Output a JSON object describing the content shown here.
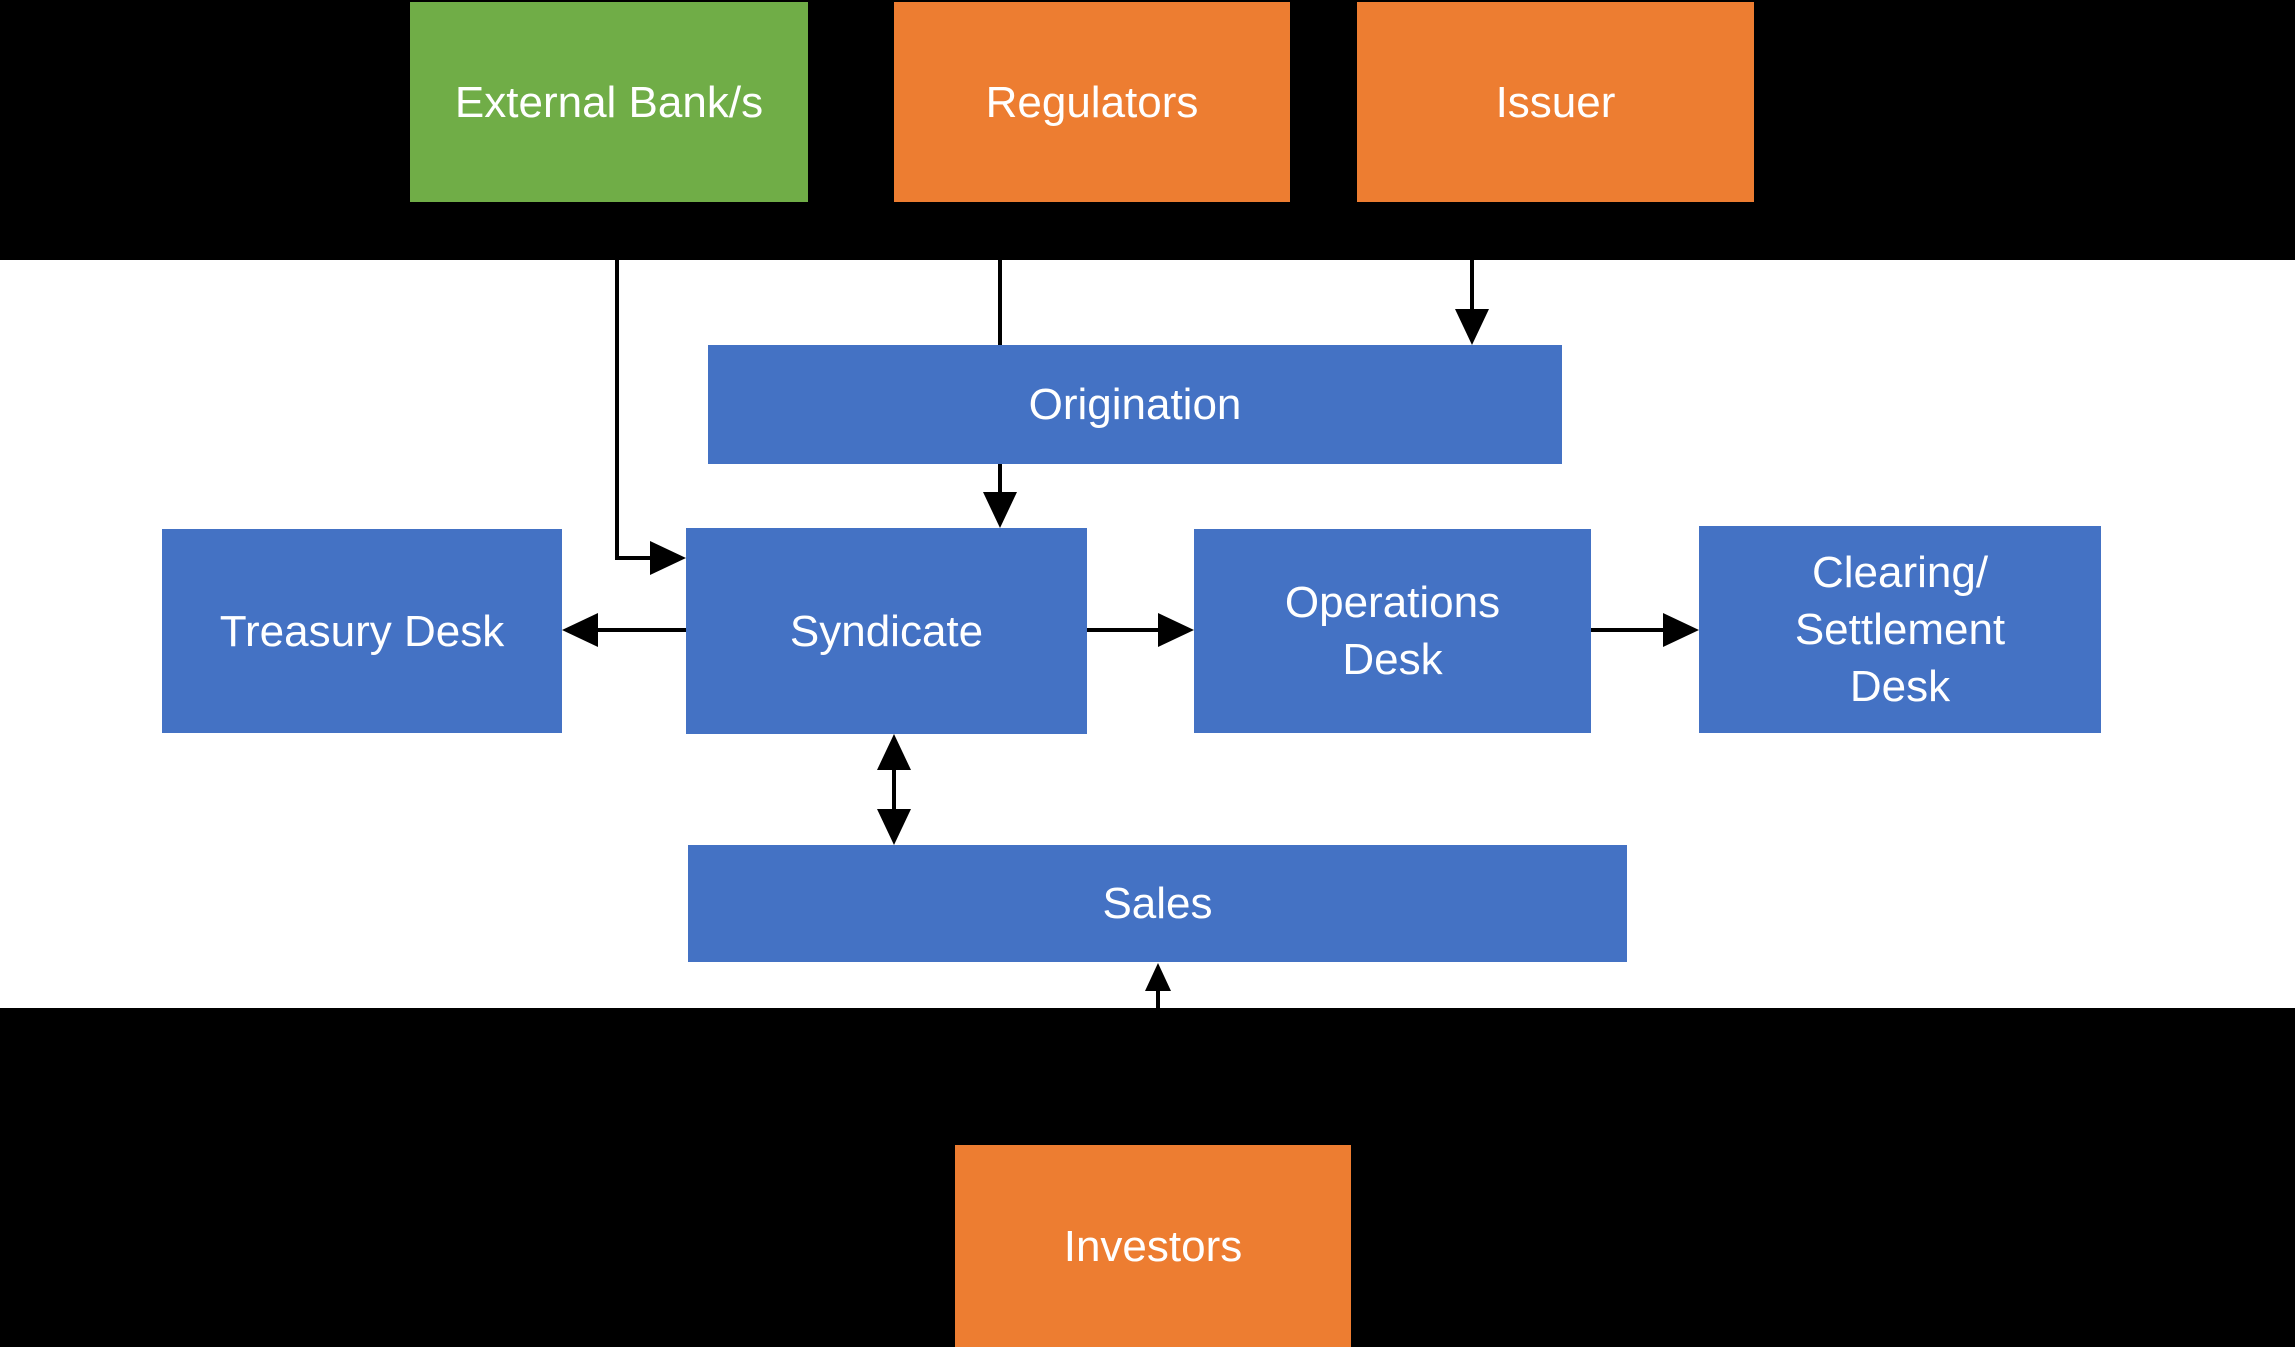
{
  "diagram": {
    "description": "Flowchart of bond issuance participants and desks",
    "nodes": [
      {
        "id": "external-banks",
        "label": [
          "External Bank/s"
        ],
        "color": "#70AD47"
      },
      {
        "id": "regulators",
        "label": [
          "Regulators"
        ],
        "color": "#ED7D31"
      },
      {
        "id": "issuer",
        "label": [
          "Issuer"
        ],
        "color": "#ED7D31"
      },
      {
        "id": "origination",
        "label": [
          "Origination"
        ],
        "color": "#4472C4"
      },
      {
        "id": "treasury-desk",
        "label": [
          "Treasury Desk"
        ],
        "color": "#4472C4"
      },
      {
        "id": "syndicate",
        "label": [
          "Syndicate"
        ],
        "color": "#4472C4"
      },
      {
        "id": "operations-desk",
        "label": [
          "Operations",
          "Desk"
        ],
        "color": "#4472C4"
      },
      {
        "id": "clearing-settlement-desk",
        "label": [
          "Clearing/",
          "Settlement",
          "Desk"
        ],
        "color": "#4472C4"
      },
      {
        "id": "sales",
        "label": [
          "Sales"
        ],
        "color": "#4472C4"
      },
      {
        "id": "investors",
        "label": [
          "Investors"
        ],
        "color": "#ED7D31"
      }
    ],
    "edges": [
      {
        "from": "external-banks",
        "to": "syndicate",
        "shape": "elbow-down-right",
        "arrow": "end"
      },
      {
        "from": "regulators",
        "to": "origination",
        "shape": "straight-down",
        "arrow": "none"
      },
      {
        "from": "issuer",
        "to": "origination",
        "shape": "straight-down",
        "arrow": "end"
      },
      {
        "from": "origination",
        "to": "syndicate",
        "shape": "straight-down",
        "arrow": "end"
      },
      {
        "from": "syndicate",
        "to": "treasury-desk",
        "shape": "straight-left",
        "arrow": "end"
      },
      {
        "from": "syndicate",
        "to": "operations-desk",
        "shape": "straight-right",
        "arrow": "end"
      },
      {
        "from": "operations-desk",
        "to": "clearing-settlement-desk",
        "shape": "straight-right",
        "arrow": "end"
      },
      {
        "from": "syndicate",
        "to": "sales",
        "shape": "straight-down",
        "arrow": "both"
      },
      {
        "from": "investors",
        "to": "sales",
        "shape": "straight-up",
        "arrow": "end"
      }
    ],
    "colors": {
      "node_green": "#70AD47",
      "node_orange": "#ED7D31",
      "node_blue": "#4472C4",
      "band_black": "#000000",
      "connector_black": "#000000",
      "background_white": "#FFFFFF",
      "label_white": "#FFFFFF"
    }
  }
}
